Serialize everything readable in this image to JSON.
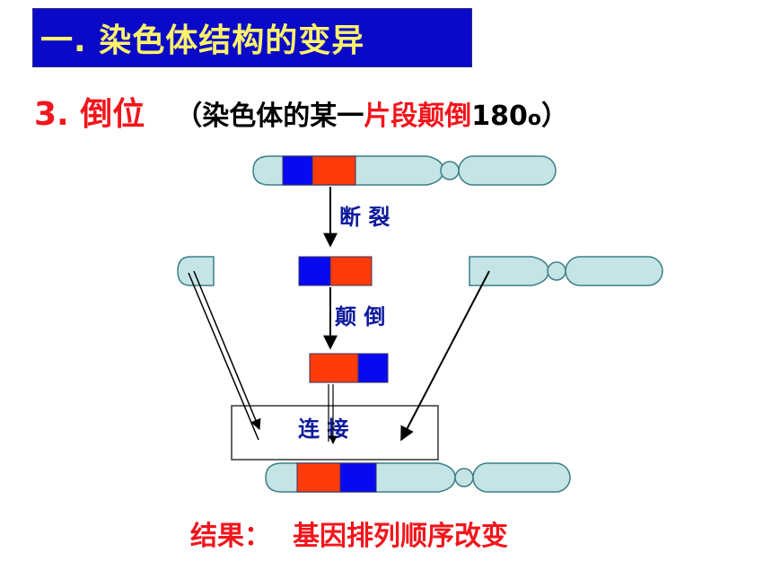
{
  "title": "一. 染色体结构的变异",
  "subtitle": {
    "heading": "3. 倒位",
    "paren_open": "（染色体的某一",
    "highlight": "片段颠倒",
    "degrees": "180",
    "degree_symbol": "o",
    "paren_close": "）"
  },
  "steps": {
    "break": "断 裂",
    "invert": "颠 倒",
    "join": "连  接"
  },
  "result": {
    "label": "结果：",
    "text": "基因排列顺序改变"
  },
  "colors": {
    "title_bg": "#0a09c8",
    "title_text": "#fff36b",
    "red_text": "#f2151c",
    "step_label": "#0e1a9c",
    "chromosome_fill": "#c4e4e6",
    "chromosome_stroke": "#3d7e86",
    "segment_blue": "#0909f0",
    "segment_red": "#ff3b0a"
  }
}
